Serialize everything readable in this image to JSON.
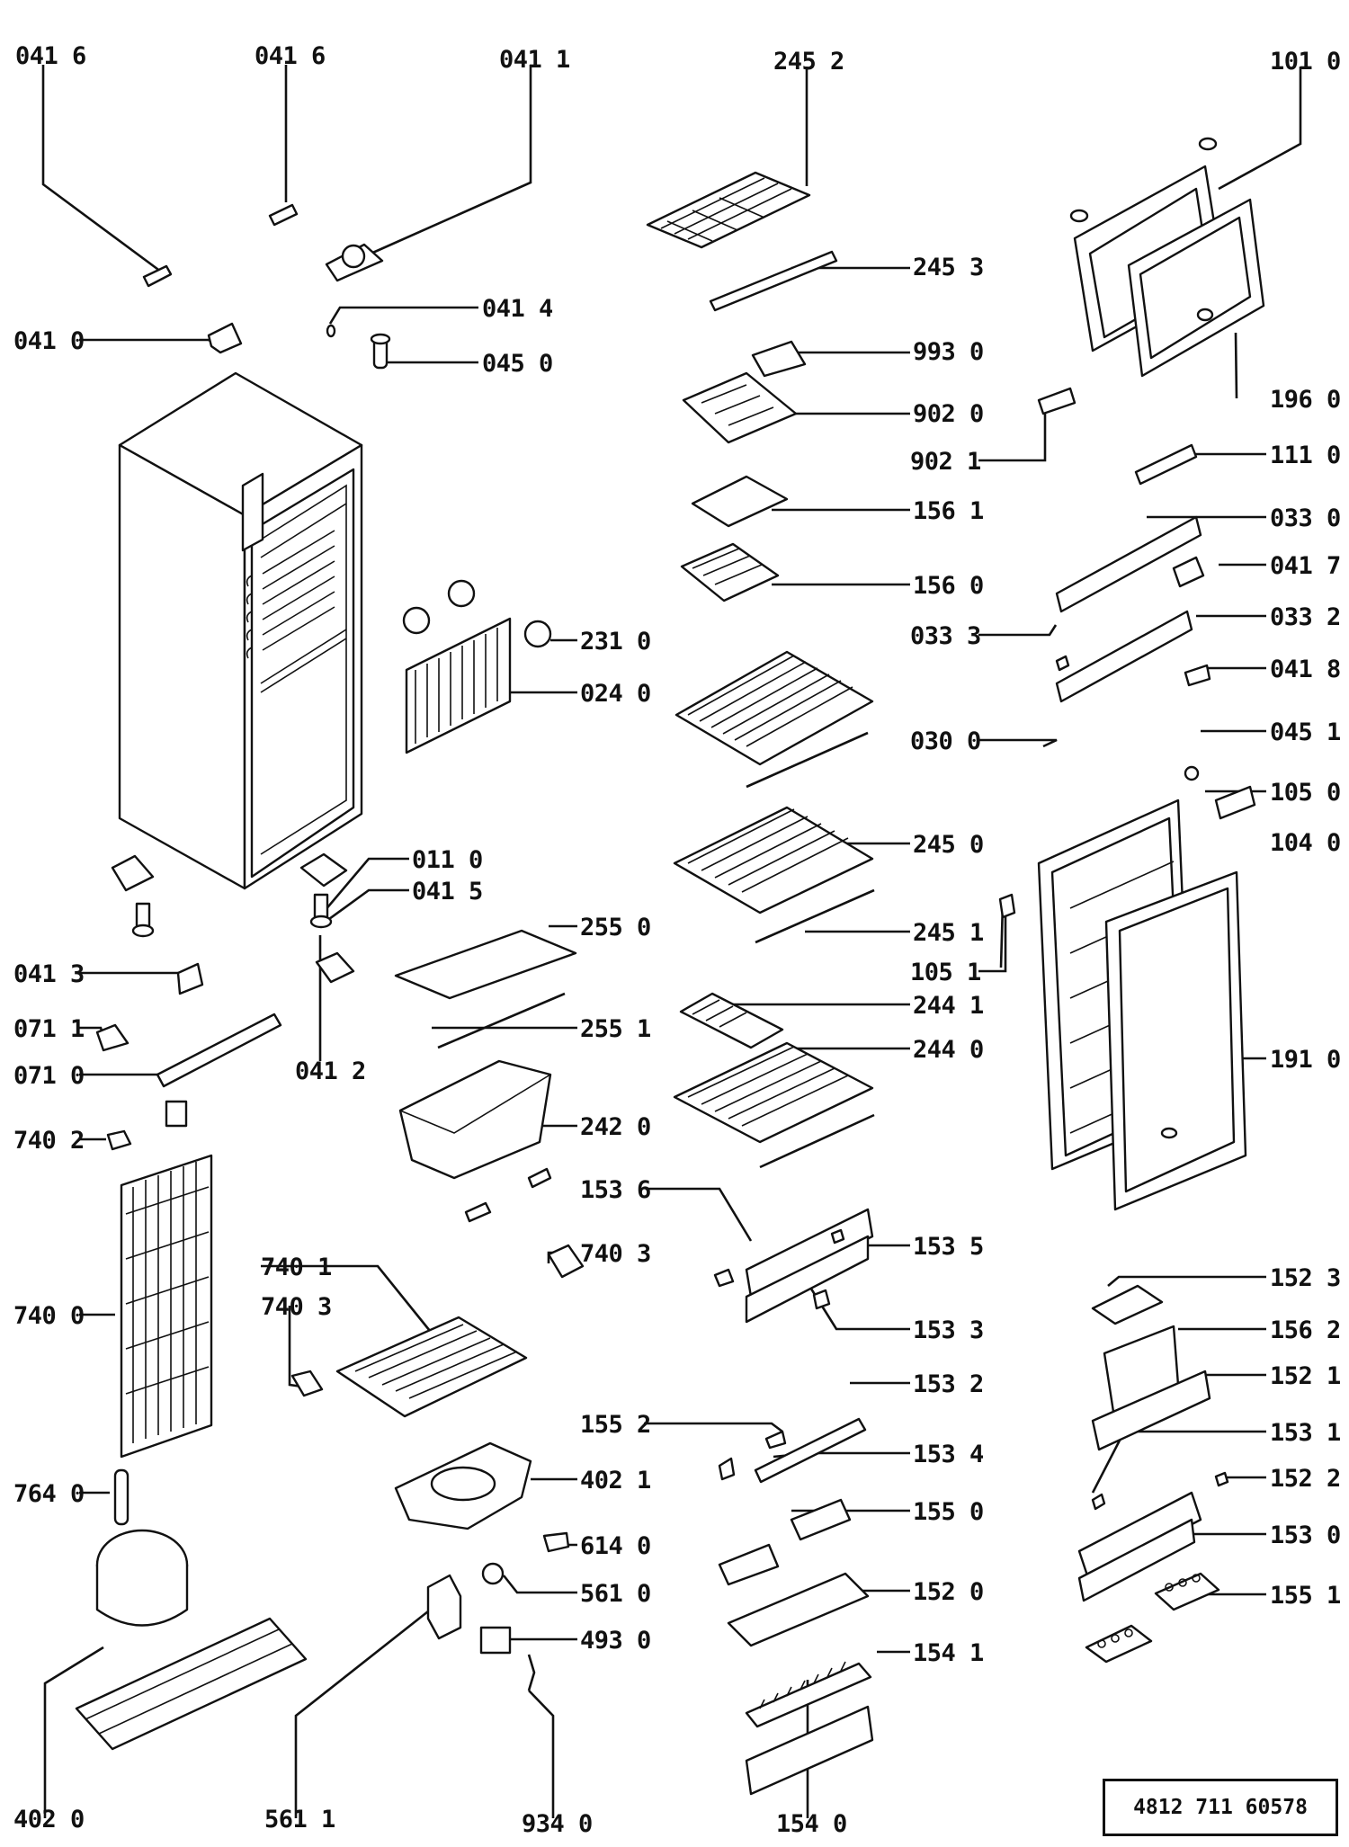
{
  "diagram": {
    "callouts": [
      {
        "id": "c0416a",
        "text": "041 6"
      },
      {
        "id": "c0416b",
        "text": "041 6"
      },
      {
        "id": "c0411",
        "text": "041 1"
      },
      {
        "id": "c2452",
        "text": "245 2"
      },
      {
        "id": "c1010",
        "text": "101 0"
      },
      {
        "id": "c2453",
        "text": "245 3"
      },
      {
        "id": "c0414",
        "text": "041 4"
      },
      {
        "id": "c0410",
        "text": "041 0"
      },
      {
        "id": "c0450",
        "text": "045 0"
      },
      {
        "id": "c9930",
        "text": "993 0"
      },
      {
        "id": "c1960",
        "text": "196 0"
      },
      {
        "id": "c9020",
        "text": "902 0"
      },
      {
        "id": "c9021",
        "text": "902 1"
      },
      {
        "id": "c1110",
        "text": "111 0"
      },
      {
        "id": "c1561",
        "text": "156 1"
      },
      {
        "id": "c0330",
        "text": "033 0"
      },
      {
        "id": "c0417",
        "text": "041 7"
      },
      {
        "id": "c1560",
        "text": "156 0"
      },
      {
        "id": "c0333",
        "text": "033 3"
      },
      {
        "id": "c0332",
        "text": "033 2"
      },
      {
        "id": "c2310",
        "text": "231 0"
      },
      {
        "id": "c0418",
        "text": "041 8"
      },
      {
        "id": "c0240",
        "text": "024 0"
      },
      {
        "id": "c0300",
        "text": "030 0"
      },
      {
        "id": "c0451",
        "text": "045 1"
      },
      {
        "id": "c1050",
        "text": "105 0"
      },
      {
        "id": "c2450",
        "text": "245 0"
      },
      {
        "id": "c1040",
        "text": "104 0"
      },
      {
        "id": "c0110",
        "text": "011 0"
      },
      {
        "id": "c0415",
        "text": "041 5"
      },
      {
        "id": "c2550",
        "text": "255 0"
      },
      {
        "id": "c2451",
        "text": "245 1"
      },
      {
        "id": "c0413",
        "text": "041 3"
      },
      {
        "id": "c1051",
        "text": "105 1"
      },
      {
        "id": "c2441",
        "text": "244 1"
      },
      {
        "id": "c0711",
        "text": "071 1"
      },
      {
        "id": "c2551",
        "text": "255 1"
      },
      {
        "id": "c2440",
        "text": "244 0"
      },
      {
        "id": "c1910",
        "text": "191 0"
      },
      {
        "id": "c0710",
        "text": "071 0"
      },
      {
        "id": "c0412",
        "text": "041 2"
      },
      {
        "id": "c7402",
        "text": "740 2"
      },
      {
        "id": "c2420",
        "text": "242 0"
      },
      {
        "id": "c1536",
        "text": "153 6"
      },
      {
        "id": "c7403a",
        "text": "740 3"
      },
      {
        "id": "c1535",
        "text": "153 5"
      },
      {
        "id": "c7401",
        "text": "740 1"
      },
      {
        "id": "c1523",
        "text": "152 3"
      },
      {
        "id": "c7400",
        "text": "740 0"
      },
      {
        "id": "c7403b",
        "text": "740 3"
      },
      {
        "id": "c1533",
        "text": "153 3"
      },
      {
        "id": "c1562",
        "text": "156 2"
      },
      {
        "id": "c1521",
        "text": "152 1"
      },
      {
        "id": "c1532",
        "text": "153 2"
      },
      {
        "id": "c1552",
        "text": "155 2"
      },
      {
        "id": "c1534",
        "text": "153 4"
      },
      {
        "id": "c1531",
        "text": "153 1"
      },
      {
        "id": "c7640",
        "text": "764 0"
      },
      {
        "id": "c4021",
        "text": "402 1"
      },
      {
        "id": "c1522",
        "text": "152 2"
      },
      {
        "id": "c1550",
        "text": "155 0"
      },
      {
        "id": "c1530",
        "text": "153 0"
      },
      {
        "id": "c6140",
        "text": "614 0"
      },
      {
        "id": "c5610",
        "text": "561 0"
      },
      {
        "id": "c1520",
        "text": "152 0"
      },
      {
        "id": "c1551",
        "text": "155 1"
      },
      {
        "id": "c4930",
        "text": "493 0"
      },
      {
        "id": "c1541",
        "text": "154 1"
      },
      {
        "id": "c4020",
        "text": "402 0"
      },
      {
        "id": "c5611",
        "text": "561 1"
      },
      {
        "id": "c9340",
        "text": "934 0"
      },
      {
        "id": "c1540",
        "text": "154 0"
      }
    ],
    "document_number": "4812  711  60578"
  }
}
